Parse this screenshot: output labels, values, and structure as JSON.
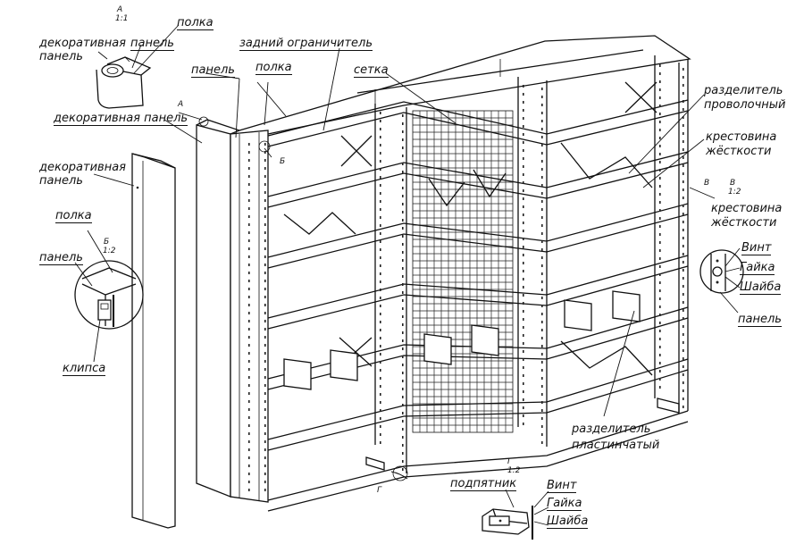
{
  "labels": {
    "detail_a": "А",
    "detail_a_scale": "1:1",
    "polka_top": "полка",
    "panel_top": "панель",
    "dekor_panel_top": "декоративная панель",
    "zadniy": "задний ограничитель",
    "panel_mid": "панель",
    "polka_mid": "полка",
    "setka": "сетка",
    "mark_a": "А",
    "dekor_panel_mid": "декоративная панель",
    "mark_b": "Б",
    "dekor_panel_left": "декоративная панель",
    "polka_left": "полка",
    "detail_b": "Б",
    "detail_b_scale": "1:2",
    "panel_left": "панель",
    "klipsa": "клипса",
    "razdel_prov": "разделитель проволочный",
    "krestovina1": "крестовина жёсткости",
    "mark_v": "В",
    "detail_v": "В",
    "detail_v_scale": "1:2",
    "krestovina2": "крестовина жёсткости",
    "vint_right": "Винт",
    "gayka_right": "Гайка",
    "shayba_right": "Шайба",
    "panel_right": "панель",
    "razdel_plast": "разделитель пластинчатый",
    "mark_g": "Г",
    "detail_g": "Г",
    "detail_g_scale": "1:2",
    "podpyatnik": "подпятник",
    "vint_bottom": "Винт",
    "gayka_bottom": "Гайка",
    "shayba_bottom": "Шайба"
  }
}
